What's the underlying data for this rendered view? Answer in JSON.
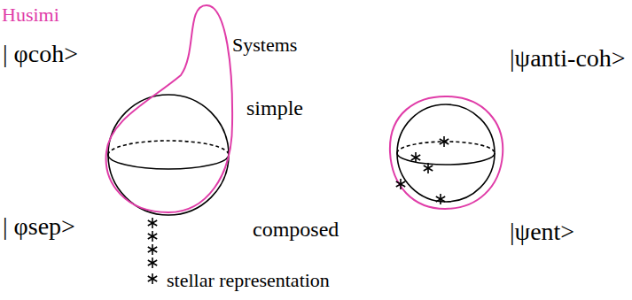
{
  "diagram": {
    "labels": [
      "Husimi",
      "Systems",
      "| φcoh>",
      "simple",
      "|ψanti-coh>",
      "| φsep>",
      "composed",
      "|ψent>",
      "stellar representation"
    ]
  }
}
